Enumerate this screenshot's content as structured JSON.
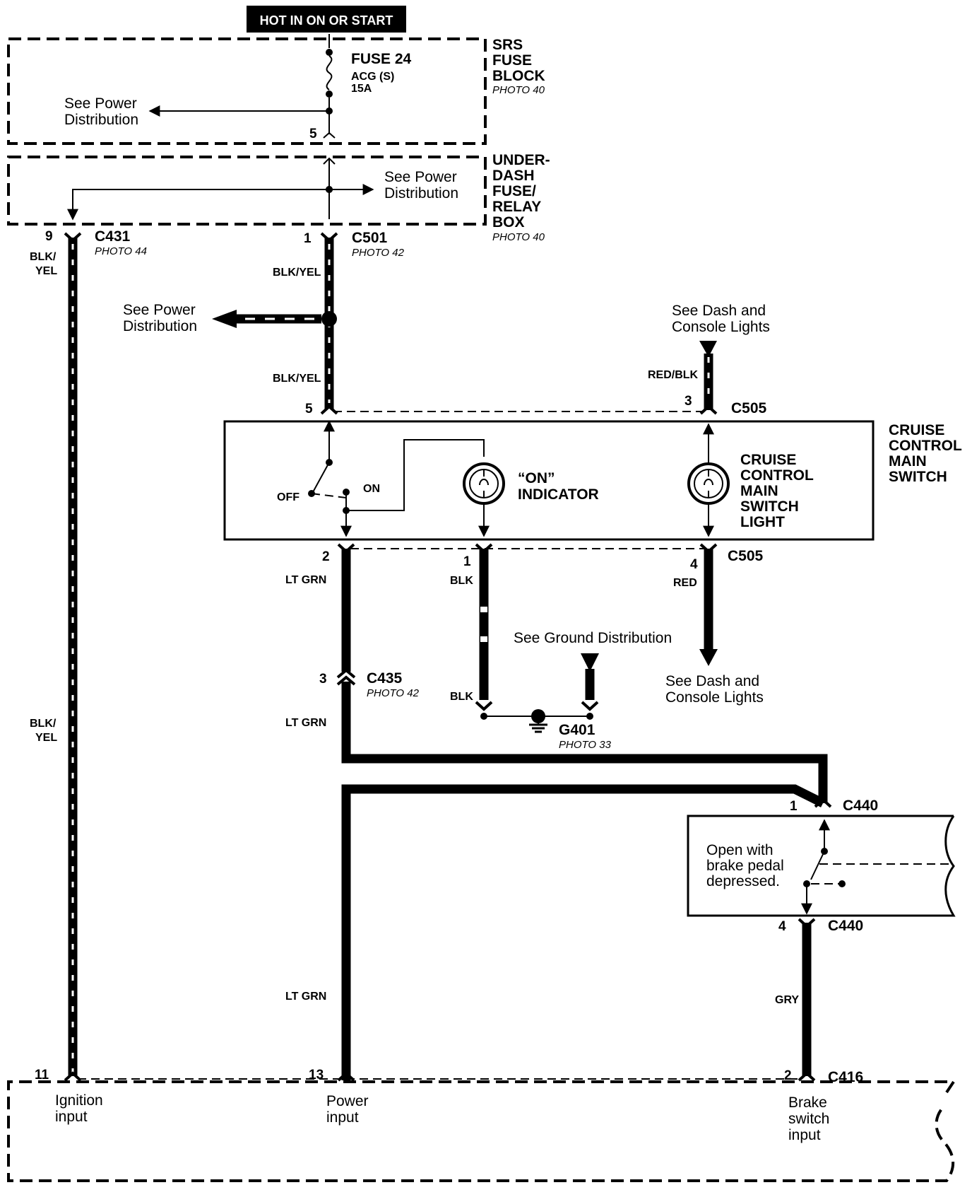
{
  "header": {
    "hot_label": "HOT IN ON OR START"
  },
  "srs_block": {
    "title_lines": [
      "SRS",
      "FUSE",
      "BLOCK"
    ],
    "photo": "PHOTO 40",
    "fuse_name": "FUSE 24",
    "fuse_id": "ACG (S)",
    "fuse_rating": "15A",
    "see_power_1": "See Power",
    "see_power_2": "Distribution",
    "pin": "5"
  },
  "underdash_box": {
    "title_lines": [
      "UNDER-",
      "DASH",
      "FUSE/",
      "RELAY",
      "BOX"
    ],
    "photo": "PHOTO 40",
    "see_power_1": "See Power",
    "see_power_2": "Distribution"
  },
  "connectors": {
    "c431": {
      "name": "C431",
      "photo": "PHOTO 44",
      "pin": "9"
    },
    "c501": {
      "name": "C501",
      "photo": "PHOTO 42",
      "pin": "1"
    },
    "c505_top": {
      "name": "C505",
      "pin_left": "5",
      "pin_right": "3"
    },
    "c505_bottom": {
      "name": "C505",
      "pin_1": "2",
      "pin_2": "1",
      "pin_3": "4"
    },
    "c435": {
      "name": "C435",
      "photo": "PHOTO 42",
      "pin": "3"
    },
    "g401": {
      "name": "G401",
      "photo": "PHOTO 33"
    },
    "c440_top": {
      "name": "C440",
      "pin": "1"
    },
    "c440_bottom": {
      "name": "C440",
      "pin": "4"
    },
    "c416": {
      "name": "C416",
      "pin": "2"
    },
    "ecm_pins": {
      "ignition": "11",
      "power": "13"
    }
  },
  "wires": {
    "blk_yel_left_1": "BLK/",
    "blk_yel_left_2": "YEL",
    "blk_yel_mid_a": "BLK/YEL",
    "blk_yel_mid_b": "BLK/YEL",
    "red_blk": "RED/BLK",
    "lt_grn_a": "LT GRN",
    "lt_grn_b": "LT GRN",
    "lt_grn_c": "LT GRN",
    "blk_a": "BLK",
    "blk_b": "BLK",
    "red": "RED",
    "gry": "GRY"
  },
  "splice_see_power": {
    "line1": "See Power",
    "line2": "Distribution"
  },
  "dash_lights_top": {
    "line1": "See Dash and",
    "line2": "Console Lights"
  },
  "dash_lights_bottom": {
    "line1": "See Dash and",
    "line2": "Console Lights"
  },
  "ground_dist": "See Ground Distribution",
  "cruise_switch": {
    "title_lines": [
      "CRUISE",
      "CONTROL",
      "MAIN",
      "SWITCH"
    ],
    "off": "OFF",
    "on": "ON",
    "indicator_1": "“ON”",
    "indicator_2": "INDICATOR",
    "light_lines": [
      "CRUISE",
      "CONTROL",
      "MAIN",
      "SWITCH",
      "LIGHT"
    ]
  },
  "brake_switch": {
    "lines": [
      "Open with",
      "brake pedal",
      "depressed."
    ]
  },
  "ecm_inputs": {
    "ignition_1": "Ignition",
    "ignition_2": "input",
    "power_1": "Power",
    "power_2": "input",
    "brake_1": "Brake",
    "brake_2": "switch",
    "brake_3": "input"
  }
}
